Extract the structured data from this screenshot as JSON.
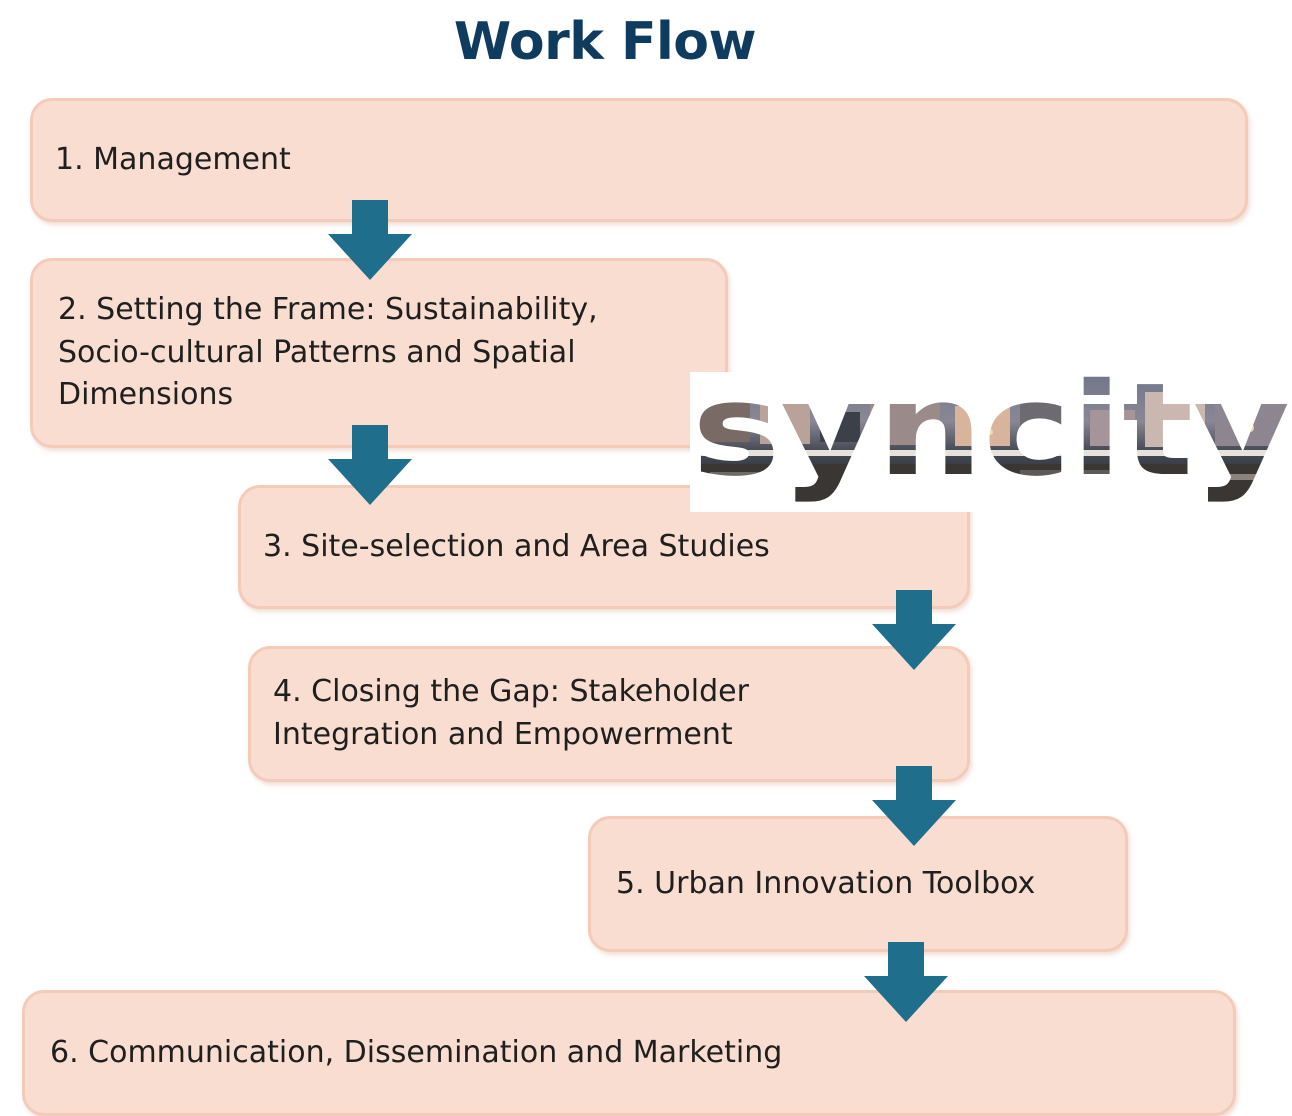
{
  "title": "Work Flow",
  "logo": {
    "text": "syncity"
  },
  "steps": [
    {
      "label": "1. Management"
    },
    {
      "label": "2. Setting the Frame: Sustainability,\nSocio-cultural Patterns and Spatial\nDimensions"
    },
    {
      "label": "3. Site-selection and Area Studies"
    },
    {
      "label": "4. Closing the Gap: Stakeholder\nIntegration and Empowerment"
    },
    {
      "label": "5. Urban Innovation Toolbox"
    },
    {
      "label": "6. Communication,  Dissemination and Marketing"
    }
  ],
  "colors": {
    "title": "#0f3c5e",
    "box_fill": "#f9ddd1",
    "box_border": "#f4cbb8",
    "arrow": "#1f6e8c"
  },
  "icons": {
    "arrow": "arrow-down-icon"
  }
}
